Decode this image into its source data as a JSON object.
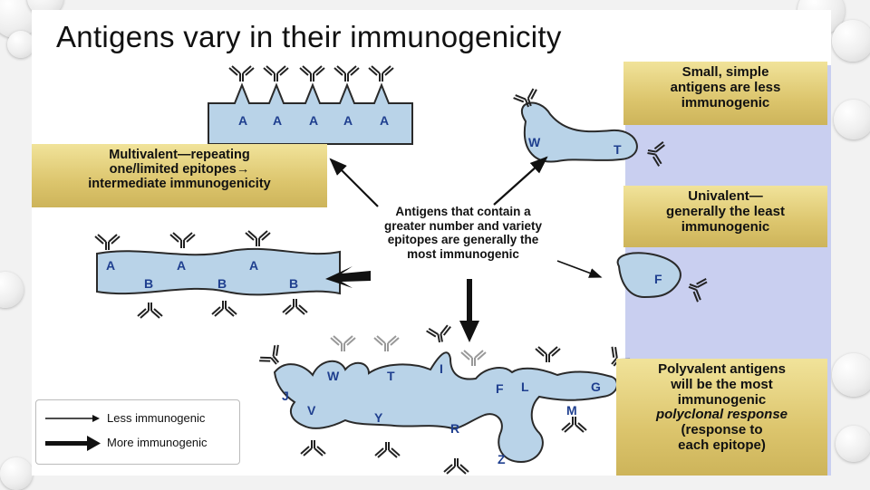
{
  "slide": {
    "title": "Antigens vary in their immunogenicity"
  },
  "boxes": {
    "multivalent": [
      "Multivalent—repeating",
      "one/limited epitopes→",
      "intermediate immunogenicity"
    ],
    "small": [
      "Small, simple",
      "antigens are less",
      "immunogenic"
    ],
    "univalent": [
      "Univalent—",
      "generally the least",
      "immunogenic"
    ],
    "polyvalent_line1": "Polyvalent antigens",
    "polyvalent_line2": "will be the most",
    "polyvalent_line3": "immunogenic",
    "polyvalent_line4": "polyclonal response",
    "polyvalent_line5": "(response to",
    "polyvalent_line6": "each epitope)"
  },
  "center_text": [
    "Antigens that contain a",
    "greater number and variety",
    "epitopes are generally the",
    "most immunogenic"
  ],
  "legend": {
    "less": "Less immunogenic",
    "more": "More immunogenic"
  },
  "epitope_labels": {
    "multivalent_top": [
      "A",
      "A",
      "A",
      "A",
      "A"
    ],
    "repeating_top": [
      "A",
      "A",
      "A"
    ],
    "repeating_bottom": [
      "B",
      "B",
      "B"
    ],
    "small": [
      "W",
      "T"
    ],
    "univalent": [
      "F"
    ],
    "polyvalent": [
      "J",
      "V",
      "W",
      "T",
      "Y",
      "I",
      "R",
      "F",
      "L",
      "Z",
      "M",
      "G"
    ]
  },
  "colors": {
    "antigen_fill": "#b9d3e8",
    "antigen_stroke": "#2a2a2a",
    "label_blue": "#1f3f8f",
    "box_gold": "#dcc56d",
    "panel_lavender": "#c9cff0"
  }
}
